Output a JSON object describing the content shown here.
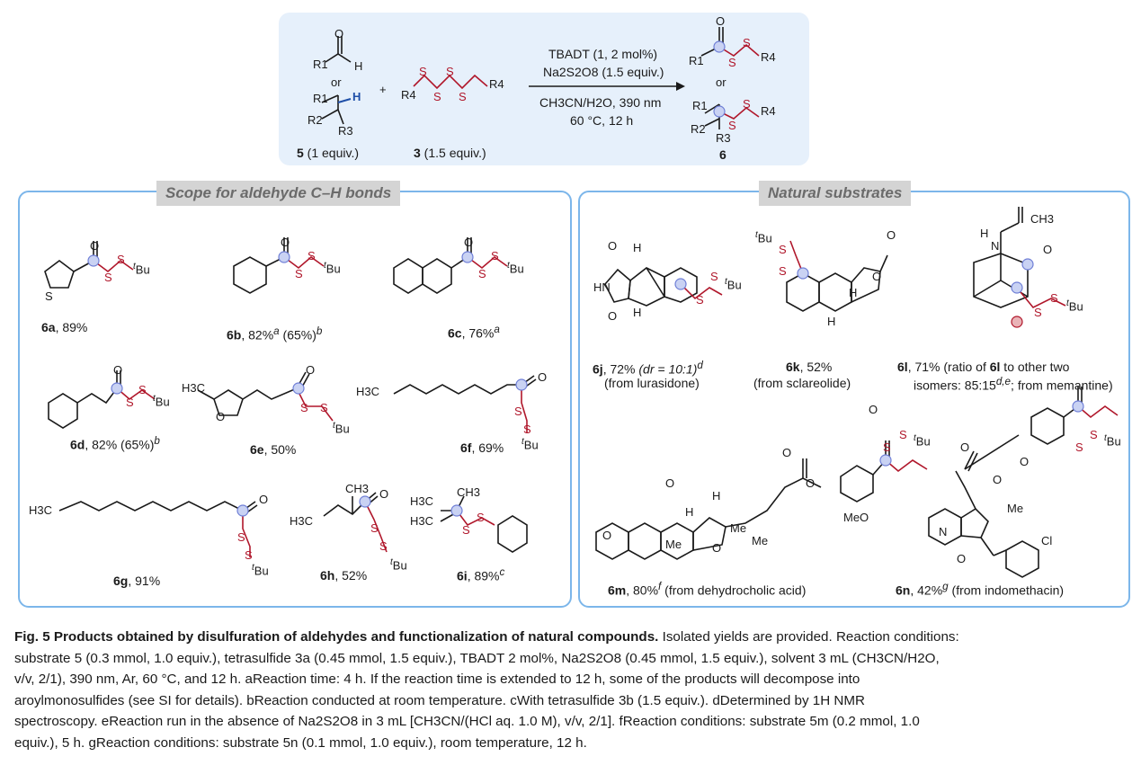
{
  "scheme": {
    "reagent_line1": "TBADT (1, 2 mol%)",
    "reagent_line2": "Na2S2O8 (1.5 equiv.)",
    "condition_line1": "CH3CN/H2O, 390 nm",
    "condition_line2": "60 °C, 12 h",
    "or_left": "or",
    "or_right": "or",
    "plus": "+",
    "substrate_label_num": "5",
    "substrate_label_rest": " (1 equiv.)",
    "reagent_label_num": "3",
    "reagent_label_rest": " (1.5 equiv.)",
    "product_label": "6"
  },
  "panels": {
    "left_title": "Scope for aldehyde C–H bonds",
    "right_title": "Natural  substrates"
  },
  "compounds": [
    {
      "id": "6a",
      "yield": ", 89%"
    },
    {
      "id": "6b",
      "yield": ", 82%",
      "note": "a",
      "extra": " (65%)",
      "extra_note": "b"
    },
    {
      "id": "6c",
      "yield": ", 76%",
      "note": "a"
    },
    {
      "id": "6d",
      "yield": ", 82% (65%)",
      "note": "b"
    },
    {
      "id": "6e",
      "yield": ", 50%"
    },
    {
      "id": "6f",
      "yield": ", 69%"
    },
    {
      "id": "6g",
      "yield": ", 91%"
    },
    {
      "id": "6h",
      "yield": ", 52%"
    },
    {
      "id": "6i",
      "yield": ", 89%",
      "note": "c"
    },
    {
      "id": "6j",
      "yield": ", 72% ",
      "dr": "(dr = 10:1)",
      "note": "d",
      "source": "(from lurasidone)"
    },
    {
      "id": "6k",
      "yield": ", 52%",
      "source": "(from sclareolide)"
    },
    {
      "id": "6l",
      "yield": ", 71% (ratio of ",
      "ref": "6l",
      "yield2": " to other two",
      "line2": "isomers: 85:15",
      "note": "d,e",
      "line2b": "; from memantine)"
    },
    {
      "id": "6m",
      "yield": ", 80%",
      "note": "f",
      "source": " (from dehydrocholic acid)"
    },
    {
      "id": "6n",
      "yield": ", 42%",
      "note": "g",
      "source": " (from indomethacin)"
    }
  ],
  "caption": {
    "title": "Fig. 5 Products obtained by disulfuration of aldehydes and functionalization of natural compounds.",
    "line1_rest": " Isolated yields are provided. Reaction conditions:",
    "line2": "substrate 5 (0.3 mmol, 1.0 equiv.), tetrasulfide 3a (0.45 mmol, 1.5 equiv.), TBADT 2 mol%, Na2S2O8 (0.45 mmol, 1.5 equiv.), solvent 3 mL (CH3CN/H2O,",
    "line3": "v/v, 2/1), 390 nm, Ar, 60 °C, and 12 h. aReaction time: 4 h. If the reaction time is extended to 12 h, some of the products will decompose into",
    "line4": "aroylmonosulfides (see SI for details). bReaction conducted at room temperature. cWith tetrasulfide 3b (1.5 equiv.). dDetermined by 1H NMR",
    "line5": "spectroscopy. eReaction run in the absence of Na2S2O8 in 3 mL [CH3CN/(HCl aq. 1.0 M), v/v, 2/1]. fReaction conditions: substrate 5m (0.2 mmol, 1.0",
    "line6": "equiv.), 5 h. gReaction conditions: substrate 5n (0.1 mmol, 1.0 equiv.), room temperature, 12 h."
  },
  "atoms": {
    "S": "S",
    "O": "O",
    "tBu": "Bu",
    "t": "t",
    "H": "H",
    "N": "N",
    "HN": "HN",
    "Me": "Me",
    "MeO": "MeO",
    "Cl": "Cl",
    "H3C": "H3C",
    "CH3": "CH3",
    "R1": "R1",
    "R2": "R2",
    "R3": "R3",
    "R4": "R4"
  },
  "colors": {
    "panel_border": "#7cb6ea",
    "scheme_bg": "#e6f0fb",
    "sulfur": "#b0172b",
    "highlight": "#6f7fd6"
  }
}
